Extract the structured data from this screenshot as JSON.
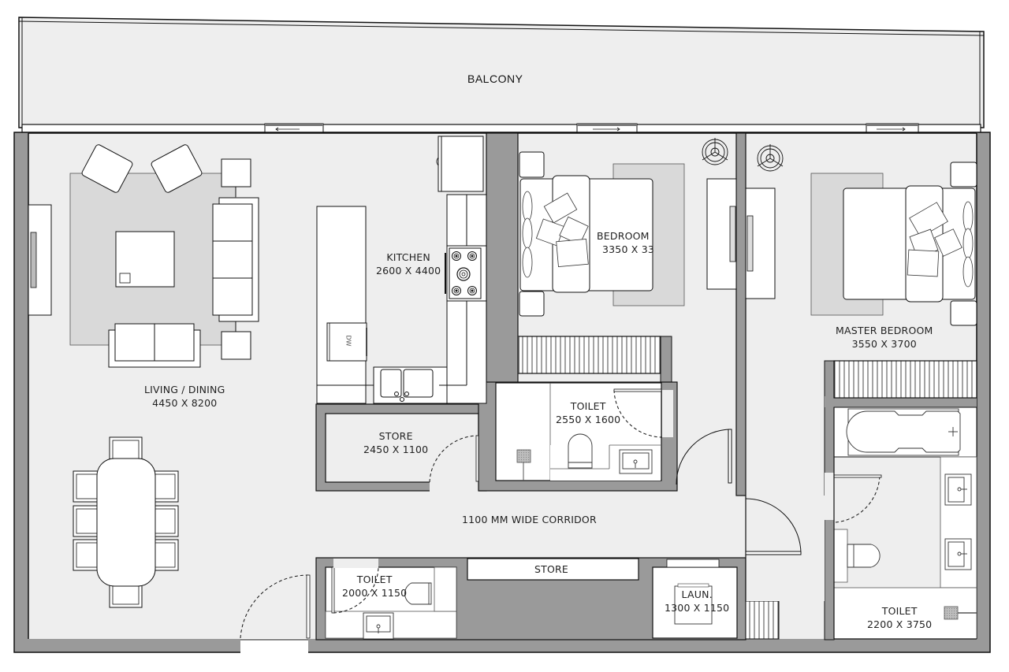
{
  "plan": {
    "title": "Apartment Floor Plan",
    "colors": {
      "floor": "#eeeeee",
      "wall": "#9a9a9a",
      "outline": "#111111",
      "furniture": "#ffffff",
      "rug": "#d9d9d9",
      "exterior": "#ffffff"
    },
    "rooms": [
      {
        "id": "balcony",
        "name": "BALCONY",
        "dims": ""
      },
      {
        "id": "living",
        "name": "LIVING / DINING",
        "dims": "4450 X 8200"
      },
      {
        "id": "kitchen",
        "name": "KITCHEN",
        "dims": "2600 X 4400"
      },
      {
        "id": "bedroom",
        "name": "BEDROOM",
        "dims": "3350 X 33"
      },
      {
        "id": "master",
        "name": "MASTER BEDROOM",
        "dims": "3550 X 3700"
      },
      {
        "id": "store1",
        "name": "STORE",
        "dims": "2450 X 1100"
      },
      {
        "id": "toilet1",
        "name": "TOILET",
        "dims": "2550 X 1600"
      },
      {
        "id": "corridor",
        "name": "1100 MM WIDE CORRIDOR",
        "dims": ""
      },
      {
        "id": "toilet2",
        "name": "TOILET",
        "dims": "2000 X 1150"
      },
      {
        "id": "store2",
        "name": "STORE",
        "dims": ""
      },
      {
        "id": "laundry",
        "name": "LAUN.",
        "dims": "1300 X 1150"
      },
      {
        "id": "toilet3",
        "name": "TOILET",
        "dims": "2200 X 3750"
      }
    ],
    "appliance_labels": {
      "dishwasher": "DW"
    },
    "icons": [
      "sliding-door-arrow-icon",
      "ceiling-fan-icon",
      "stove-burner-icon",
      "sink-icon",
      "toilet-icon",
      "bathtub-icon",
      "washbasin-icon",
      "shower-icon",
      "door-swing-icon"
    ]
  }
}
